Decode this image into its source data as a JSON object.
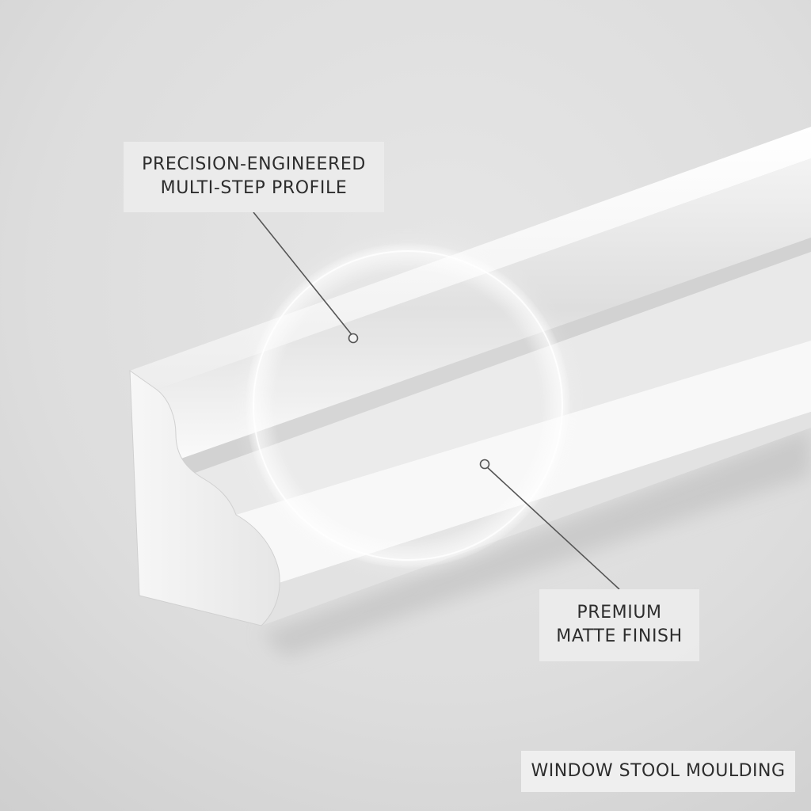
{
  "callouts": {
    "profile": {
      "line1": "PRECISION-ENGINEERED",
      "line2": "MULTI-STEP PROFILE"
    },
    "finish": {
      "line1": "PREMIUM",
      "line2": "MATTE FINISH"
    }
  },
  "product": {
    "name": "WINDOW STOOL MOULDING"
  },
  "colors": {
    "background": "#dcdcdc",
    "moulding": "#f6f6f6",
    "label_bg": "#ececec",
    "text": "#2d2d2d",
    "leader_line": "#555555"
  }
}
